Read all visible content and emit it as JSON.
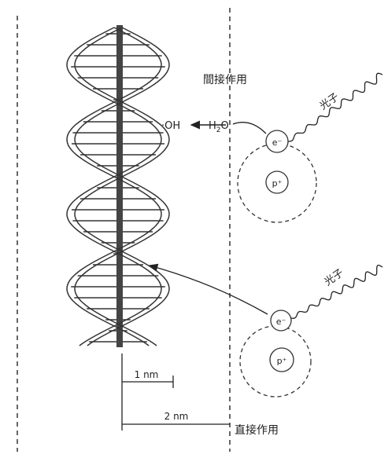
{
  "diagram": {
    "indirect_action_label": "間接作用",
    "direct_action_label": "直接作用",
    "photon_label_upper": "光子",
    "photon_label_lower": "光子",
    "hydroxyl_label": "·OH",
    "water_label": "H",
    "water_subscript": "2",
    "water_o": "O",
    "electron_upper": "e⁻",
    "proton_upper": "p⁺",
    "electron_lower": "e⁻",
    "proton_lower": "p⁺",
    "scale_small": "1 nm",
    "scale_large": "2 nm"
  },
  "colors": {
    "ink": "#222222",
    "axis": "#444444"
  }
}
